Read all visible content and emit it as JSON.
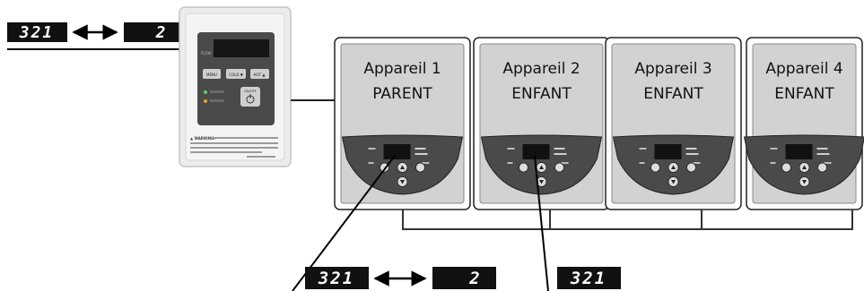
{
  "displays": {
    "top_left": "321",
    "top_right": "2",
    "bottom_left": "321",
    "bottom_mid": "2",
    "bottom_right": "321"
  },
  "units": [
    {
      "line1": "Appareil 1",
      "line2": "PARENT"
    },
    {
      "line1": "Appareil 2",
      "line2": "ENFANT"
    },
    {
      "line1": "Appareil 3",
      "line2": "ENFANT"
    },
    {
      "line1": "Appareil 4",
      "line2": "ENFANT"
    }
  ],
  "controller": {
    "buttons": [
      "MENU",
      "COLD ▼",
      "HOT ▲",
      "ON/OFF"
    ],
    "warning_title": "▲ WARNING:"
  },
  "colors": {
    "display_bg": "#111111",
    "unit_fill": "#d2d2d2",
    "panel_dark": "#4a4a4a",
    "frame": "#333333"
  }
}
